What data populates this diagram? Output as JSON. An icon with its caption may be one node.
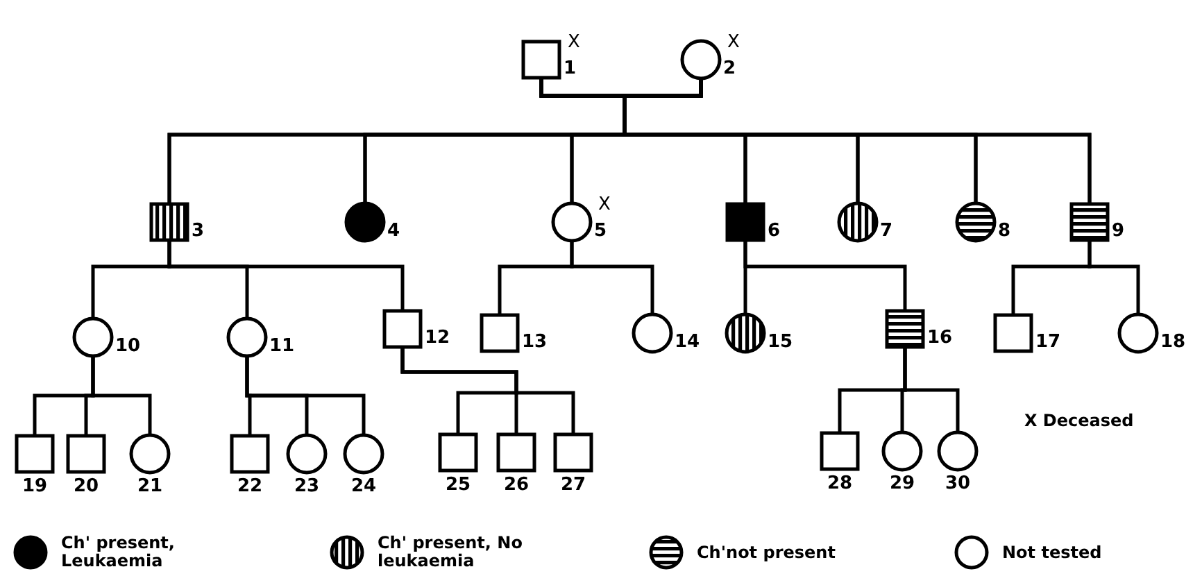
{
  "diagram": {
    "nodes": [
      {
        "text": [
          "1"
        ],
        "beside": [
          "X"
        ]
      },
      {
        "text": [
          "2"
        ],
        "beside": [
          "X"
        ]
      },
      {
        "text": [
          "3"
        ]
      },
      {
        "text": [
          "4"
        ]
      },
      {
        "text": [
          "5"
        ],
        "beside": [
          "X"
        ]
      },
      {
        "text": [
          "6"
        ]
      },
      {
        "text": [
          "7"
        ]
      },
      {
        "text": [
          "8"
        ]
      },
      {
        "text": [
          "9"
        ]
      },
      {
        "text": [
          "10"
        ]
      },
      {
        "text": [
          "11"
        ]
      },
      {
        "text": [
          "12"
        ]
      },
      {
        "text": [
          "13"
        ]
      },
      {
        "text": [
          "14"
        ]
      },
      {
        "text": [
          "15"
        ]
      },
      {
        "text": [
          "16"
        ]
      },
      {
        "text": [
          "17"
        ]
      },
      {
        "text": [
          "18"
        ]
      },
      {
        "text": [
          "19"
        ]
      },
      {
        "text": [
          "20"
        ]
      },
      {
        "text": [
          "21"
        ]
      },
      {
        "text": [
          "22"
        ]
      },
      {
        "text": [
          "23"
        ]
      },
      {
        "text": [
          "24"
        ]
      },
      {
        "text": [
          "25"
        ]
      },
      {
        "text": [
          "26"
        ]
      },
      {
        "text": [
          "27"
        ]
      },
      {
        "text": [
          "28"
        ]
      },
      {
        "text": [
          "29"
        ]
      },
      {
        "text": [
          "30"
        ]
      }
    ],
    "edges": [
      {
        "from": 0,
        "to": 1,
        "arrow": "none"
      },
      {
        "from": 0,
        "to": 2,
        "arrow": "none"
      },
      {
        "from": 0,
        "to": 3,
        "arrow": "none"
      },
      {
        "from": 0,
        "to": 4,
        "arrow": "none"
      },
      {
        "from": 0,
        "to": 5,
        "arrow": "none"
      },
      {
        "from": 0,
        "to": 6,
        "arrow": "none"
      },
      {
        "from": 0,
        "to": 7,
        "arrow": "none"
      },
      {
        "from": 0,
        "to": 8,
        "arrow": "none"
      },
      {
        "from": 1,
        "to": 2,
        "arrow": "none"
      },
      {
        "from": 1,
        "to": 3,
        "arrow": "none"
      },
      {
        "from": 1,
        "to": 4,
        "arrow": "none"
      },
      {
        "from": 1,
        "to": 5,
        "arrow": "none"
      },
      {
        "from": 1,
        "to": 6,
        "arrow": "none"
      },
      {
        "from": 1,
        "to": 7,
        "arrow": "none"
      },
      {
        "from": 1,
        "to": 8,
        "arrow": "none"
      },
      {
        "from": 2,
        "to": 9,
        "arrow": "none"
      },
      {
        "from": 2,
        "to": 10,
        "arrow": "none"
      },
      {
        "from": 2,
        "to": 11,
        "arrow": "none"
      },
      {
        "from": 4,
        "to": 12,
        "arrow": "none"
      },
      {
        "from": 4,
        "to": 13,
        "arrow": "none"
      },
      {
        "from": 5,
        "to": 14,
        "arrow": "none"
      },
      {
        "from": 5,
        "to": 15,
        "arrow": "none"
      },
      {
        "from": 8,
        "to": 16,
        "arrow": "none"
      },
      {
        "from": 8,
        "to": 17,
        "arrow": "none"
      },
      {
        "from": 9,
        "to": 18,
        "arrow": "none"
      },
      {
        "from": 9,
        "to": 19,
        "arrow": "none"
      },
      {
        "from": 9,
        "to": 20,
        "arrow": "none"
      },
      {
        "from": 10,
        "to": 21,
        "arrow": "none"
      },
      {
        "from": 10,
        "to": 22,
        "arrow": "none"
      },
      {
        "from": 10,
        "to": 23,
        "arrow": "none"
      },
      {
        "from": 11,
        "to": 24,
        "arrow": "none"
      },
      {
        "from": 11,
        "to": 25,
        "arrow": "none"
      },
      {
        "from": 11,
        "to": 26,
        "arrow": "none"
      },
      {
        "from": 15,
        "to": 27,
        "arrow": "none"
      },
      {
        "from": 15,
        "to": 28,
        "arrow": "none"
      },
      {
        "from": 15,
        "to": 29,
        "arrow": "none"
      }
    ],
    "legend": [
      {
        "text": "Ch' present, Leukaemia"
      },
      {
        "text": "Ch' present, No leukaemia"
      },
      {
        "text": "Ch'not present"
      },
      {
        "text": "Not tested"
      },
      {
        "text": "X Deceased"
      }
    ]
  }
}
